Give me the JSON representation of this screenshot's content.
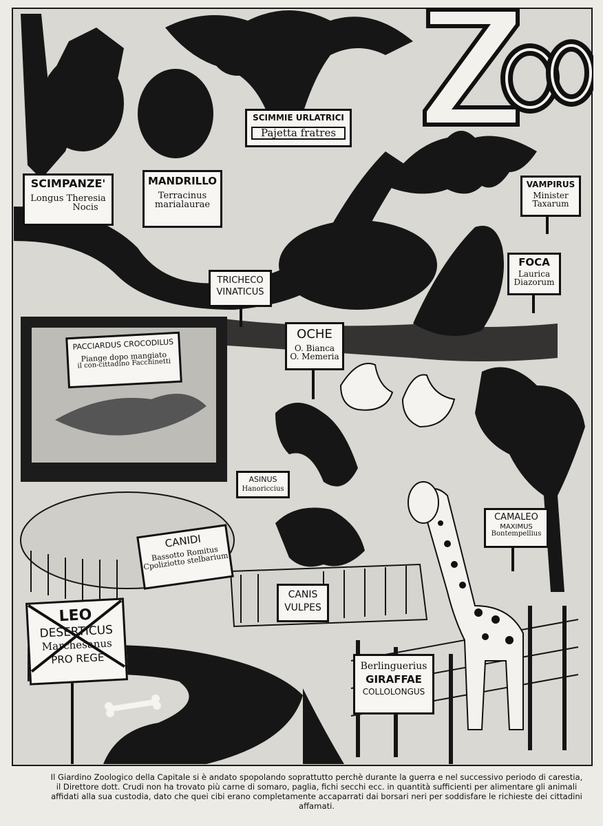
{
  "title": "ZOO",
  "signs": {
    "scimmie": {
      "line1": "SCIMMIE URLATRICI",
      "line2": "Pajetta fratres"
    },
    "scimpanze": {
      "line1": "SCIMPANZE'",
      "line2": "Longus Theresia",
      "line3": "Nocis"
    },
    "mandrillo": {
      "line1": "MANDRILLO",
      "line2": "Terracinus",
      "line3": "marialaurae"
    },
    "vampirus": {
      "line1": "VAMPIRUS",
      "line2": "Minister",
      "line3": "Taxarum"
    },
    "tricheco": {
      "line1": "TRICHECO",
      "line2": "VINATICUS"
    },
    "foca": {
      "line1": "FOCA",
      "line2": "Laurica",
      "line3": "Diazorum"
    },
    "oche": {
      "line1": "OCHE",
      "line2": "O. Bianca",
      "line3": "O. Memeria"
    },
    "crocodilus": {
      "line1": "PACCIARDUS CROCODILUS",
      "line2": "Piange dopo mangiato",
      "line3": "il con-cittadino Facchinetti"
    },
    "asinus": {
      "line1": "ASINUS",
      "line2": "Hanoriccius"
    },
    "camaleo": {
      "line1": "CAMALEO",
      "line2": "MAXIMUS",
      "line3": "Bontempellius"
    },
    "canidi": {
      "line1": "CANIDI",
      "line2": "Bassotto Romitus",
      "line3": "Cpoliziotto stelbarium"
    },
    "canis": {
      "line1": "CANIS",
      "line2": "VULPES"
    },
    "leo": {
      "line1": "LEO",
      "line2": "DESERTICUS",
      "line3": "Marchesanus",
      "line4": "PRO REGE"
    },
    "giraffae": {
      "line1": "Berlinguerius",
      "line2": "GIRAFFAE",
      "line3": "COLLOLONGUS"
    }
  },
  "caption": "Il Giardino Zoologico della Capitale si è andato spopolando soprattutto perchè durante la guerra e nel successivo periodo di carestia, il Direttore dott. Crudi non ha trovato più carne di somaro, paglia, fichi secchi ecc. in quantità sufficienti per alimentare gli animali affidati alla sua custodia, dato che quei cibi erano completamente accaparrati dai borsari neri per soddisfare le richieste dei cittadini affamati."
}
